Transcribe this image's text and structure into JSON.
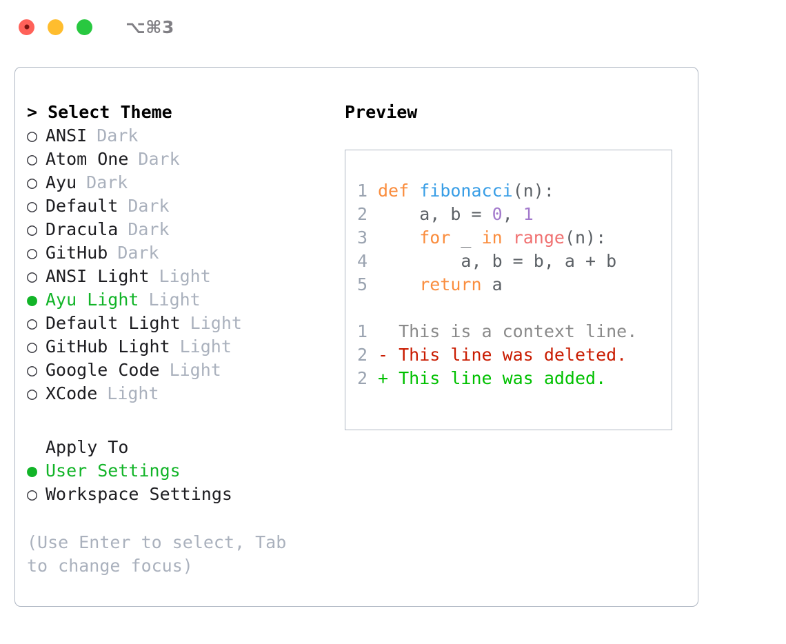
{
  "titlebar": {
    "shortcut": "⌥⌘3",
    "lights": [
      "close",
      "minimize",
      "maximize"
    ]
  },
  "theme_panel": {
    "header": "> Select Theme",
    "items": [
      {
        "bullet": "○",
        "selected": false,
        "label": "ANSI",
        "variant": "Dark"
      },
      {
        "bullet": "○",
        "selected": false,
        "label": "Atom One",
        "variant": "Dark"
      },
      {
        "bullet": "○",
        "selected": false,
        "label": "Ayu",
        "variant": "Dark"
      },
      {
        "bullet": "○",
        "selected": false,
        "label": "Default",
        "variant": "Dark"
      },
      {
        "bullet": "○",
        "selected": false,
        "label": "Dracula",
        "variant": "Dark"
      },
      {
        "bullet": "○",
        "selected": false,
        "label": "GitHub",
        "variant": "Dark"
      },
      {
        "bullet": "○",
        "selected": false,
        "label": "ANSI Light",
        "variant": "Light"
      },
      {
        "bullet": "●",
        "selected": true,
        "label": "Ayu Light",
        "variant": "Light"
      },
      {
        "bullet": "○",
        "selected": false,
        "label": "Default Light",
        "variant": "Light"
      },
      {
        "bullet": "○",
        "selected": false,
        "label": "GitHub Light",
        "variant": "Light"
      },
      {
        "bullet": "○",
        "selected": false,
        "label": "Google Code",
        "variant": "Light"
      },
      {
        "bullet": "○",
        "selected": false,
        "label": "XCode",
        "variant": "Light"
      }
    ]
  },
  "apply_to": {
    "header": "Apply To",
    "items": [
      {
        "bullet": "●",
        "selected": true,
        "label": "User Settings"
      },
      {
        "bullet": "○",
        "selected": false,
        "label": "Workspace Settings"
      }
    ]
  },
  "hint": "(Use Enter to select, Tab to change focus)",
  "preview": {
    "header": "Preview",
    "code_lines": [
      {
        "number": "1",
        "tokens": [
          {
            "text": "def ",
            "type": "kw"
          },
          {
            "text": "fibonacci",
            "type": "fn"
          },
          {
            "text": "(n):",
            "type": "punc"
          }
        ]
      },
      {
        "number": "2",
        "tokens": [
          {
            "text": "    a, b = ",
            "type": "plain"
          },
          {
            "text": "0",
            "type": "num"
          },
          {
            "text": ", ",
            "type": "plain"
          },
          {
            "text": "1",
            "type": "num"
          }
        ]
      },
      {
        "number": "3",
        "tokens": [
          {
            "text": "    for ",
            "type": "kw"
          },
          {
            "text": "_ ",
            "type": "plain"
          },
          {
            "text": "in ",
            "type": "kw"
          },
          {
            "text": "range",
            "type": "bi"
          },
          {
            "text": "(n):",
            "type": "punc"
          }
        ]
      },
      {
        "number": "4",
        "tokens": [
          {
            "text": "        a, b = b, a + b",
            "type": "plain"
          }
        ]
      },
      {
        "number": "5",
        "tokens": [
          {
            "text": "    return ",
            "type": "kw"
          },
          {
            "text": "a",
            "type": "plain"
          }
        ]
      }
    ],
    "diff_lines": [
      {
        "number": "1",
        "marker": "  ",
        "text": "This is a context line.",
        "kind": "context"
      },
      {
        "number": "2",
        "marker": "- ",
        "text": "This line was deleted.",
        "kind": "deleted"
      },
      {
        "number": "2",
        "marker": "+ ",
        "text": "This line was added.",
        "kind": "added"
      }
    ]
  },
  "colors": {
    "accent_green": "#12b428",
    "muted": "#aab1bd",
    "border": "#aeb6c2",
    "keyword": "#fa8d3e",
    "function": "#399ee6",
    "number": "#a37acc",
    "builtin": "#f07171",
    "diff_deleted": "#c91b00",
    "diff_added": "#00c000"
  }
}
